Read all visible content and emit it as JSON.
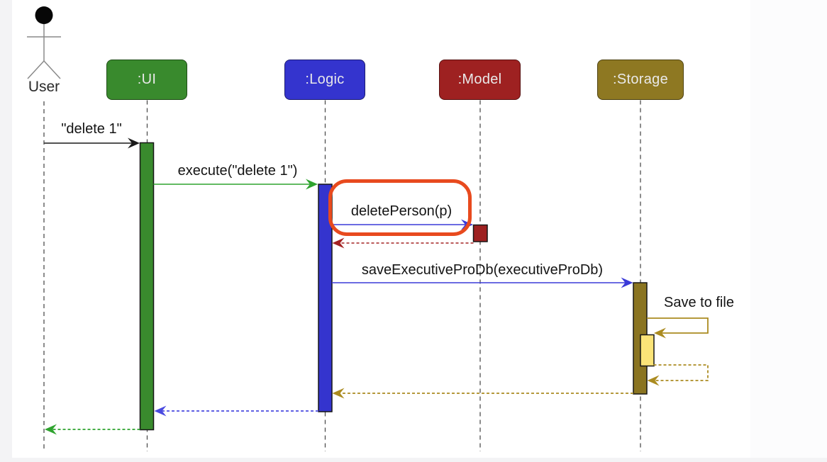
{
  "diagram": {
    "actor": {
      "label": "User"
    },
    "participants": [
      {
        "label": ":UI",
        "color": "#398A2D"
      },
      {
        "label": ":Logic",
        "color": "#3434CE"
      },
      {
        "label": ":Model",
        "color": "#9E2121"
      },
      {
        "label": ":Storage",
        "color": "#8E7822"
      }
    ],
    "messages": [
      {
        "label": "\"delete 1\"",
        "from": "User",
        "to": ":UI",
        "type": "call"
      },
      {
        "label": "execute(\"delete 1\")",
        "from": ":UI",
        "to": ":Logic",
        "type": "call"
      },
      {
        "label": "deletePerson(p)",
        "from": ":Logic",
        "to": ":Model",
        "type": "call",
        "highlighted": true
      },
      {
        "label": "",
        "from": ":Model",
        "to": ":Logic",
        "type": "return"
      },
      {
        "label": "saveExecutiveProDb(executiveProDb)",
        "from": ":Logic",
        "to": ":Storage",
        "type": "call"
      },
      {
        "label": "Save to file",
        "from": ":Storage",
        "to": ":Storage",
        "type": "self-call"
      },
      {
        "label": "",
        "from": ":Storage",
        "to": ":Storage",
        "type": "self-return"
      },
      {
        "label": "",
        "from": ":Storage",
        "to": ":Logic",
        "type": "return"
      },
      {
        "label": "",
        "from": ":Logic",
        "to": ":UI",
        "type": "return"
      },
      {
        "label": "",
        "from": ":UI",
        "to": "User",
        "type": "return"
      }
    ],
    "annotation": {
      "shape": "rounded-rectangle-highlight",
      "color": "#E84A1E",
      "around": "deletePerson(p)"
    }
  }
}
